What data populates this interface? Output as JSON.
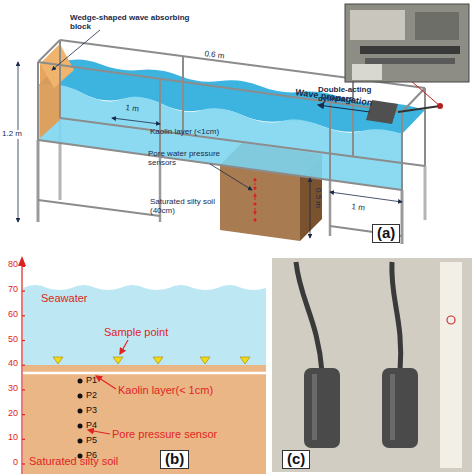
{
  "diagram": {
    "nodes": [
      {
        "text": [
          "Seawater"
        ]
      },
      {
        "text": [
          "Saturated silty soil"
        ]
      }
    ],
    "labels": [
      "Wedge-shaped wave absorbing block",
      "0.6 m",
      "Double-acting cylinders",
      "1 m",
      "1.2 m",
      "Kaolin layer (<1cm)",
      "Wave propagation",
      "Pore water pressure sensors",
      "Saturated silty soil (40cm)",
      "0.5 m",
      "1 m",
      "(a)",
      "Sample point",
      "Kaolin layer(< 1cm)",
      "P1",
      "P2",
      "P3",
      "P4",
      "P5",
      "P6",
      "Pore pressure sensor",
      "(b)",
      "(c)",
      "0",
      "10",
      "20",
      "30",
      "40",
      "50",
      "60",
      "70",
      "80"
    ]
  }
}
